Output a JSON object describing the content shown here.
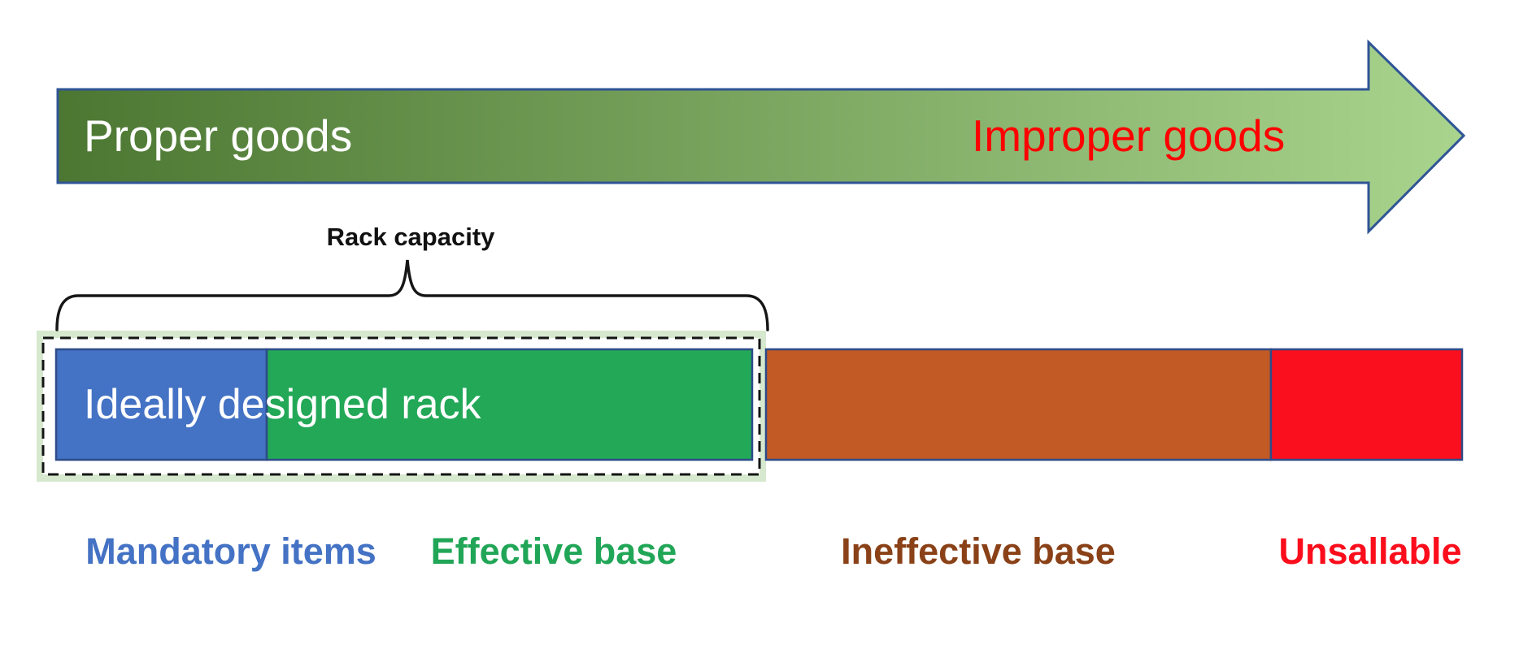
{
  "arrow": {
    "proper_label": "Proper goods",
    "improper_label": "Improper goods",
    "proper_label_color": "#FFFFFF",
    "improper_label_color": "#FF0000",
    "gradient_start": "#4C7732",
    "gradient_end": "#A9D48E",
    "border_color": "#2F5496"
  },
  "brace": {
    "label": "Rack capacity",
    "label_color": "#111111",
    "line_color": "#161616"
  },
  "capacity_box": {
    "fill": "#D6E8CE",
    "inner_fill": "#FFFFFF",
    "dash_color": "#141414"
  },
  "bar": {
    "label": "Ideally designed rack",
    "label_color": "#FFFFFF",
    "border_color": "#2D4B88",
    "segments": [
      {
        "name": "mandatory-items",
        "legend": "Mandatory items",
        "color": "#4472C4",
        "legend_color": "#4472C4"
      },
      {
        "name": "effective-base",
        "legend": "Effective base",
        "color": "#22A857",
        "legend_color": "#21A657"
      },
      {
        "name": "ineffective-base",
        "legend": "Ineffective base",
        "color": "#C15A25",
        "legend_color": "#8A4117"
      },
      {
        "name": "unsallable",
        "legend": "Unsallable",
        "color": "#F90F1E",
        "legend_color": "#FB0D1B"
      }
    ]
  }
}
